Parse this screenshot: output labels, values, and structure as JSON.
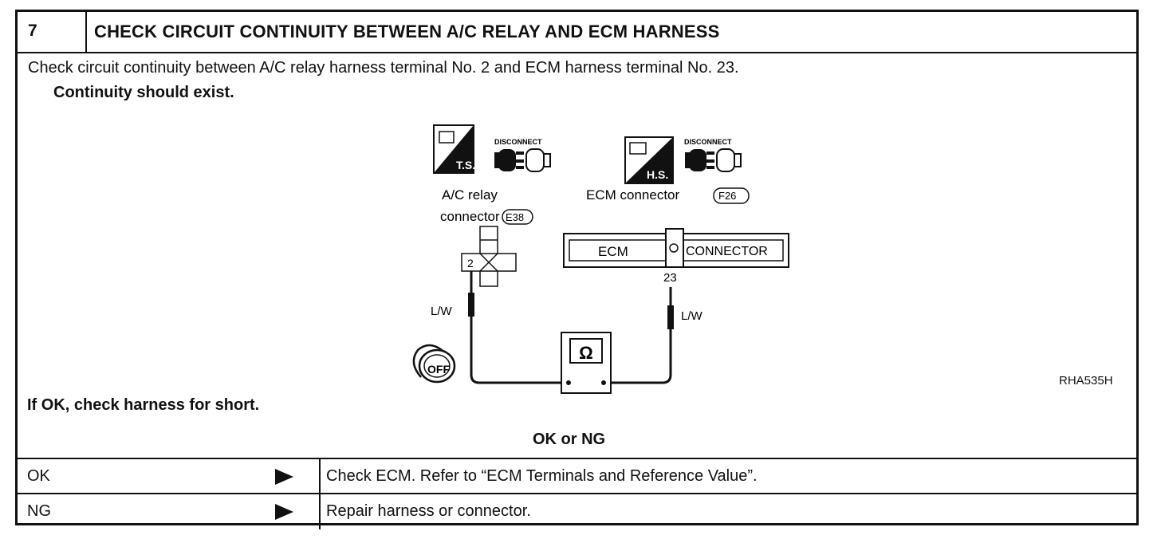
{
  "step": {
    "number": "7",
    "title": "CHECK CIRCUIT CONTINUITY BETWEEN A/C RELAY AND ECM HARNESS"
  },
  "instruction": "Check circuit continuity between A/C relay harness terminal No. 2 and ECM harness terminal No. 23.",
  "spec": "Continuity should exist.",
  "diagram": {
    "ts_badge": "T.S.",
    "hs_badge": "H.S.",
    "disconnect_label": "DISCONNECT",
    "relay_label_line1": "A/C  relay",
    "relay_label_line2": "connector",
    "relay_code": "E38",
    "ecm_connector_label": "ECM  connector",
    "ecm_code": "F26",
    "ecm_box_left": "ECM",
    "ecm_box_right": "CONNECTOR",
    "relay_terminal": "2",
    "ecm_terminal": "23",
    "wire_left": "L/W",
    "wire_right": "L/W",
    "meter_symbol": "Ω",
    "key_label": "OFF",
    "figure_id": "RHA535H"
  },
  "if_ok_text": "If OK, check harness for short.",
  "decision_label": "OK or NG",
  "results": [
    {
      "label": "OK",
      "action": "Check ECM. Refer to “ECM Terminals and Reference Value”."
    },
    {
      "label": "NG",
      "action": "Repair harness or connector."
    }
  ]
}
